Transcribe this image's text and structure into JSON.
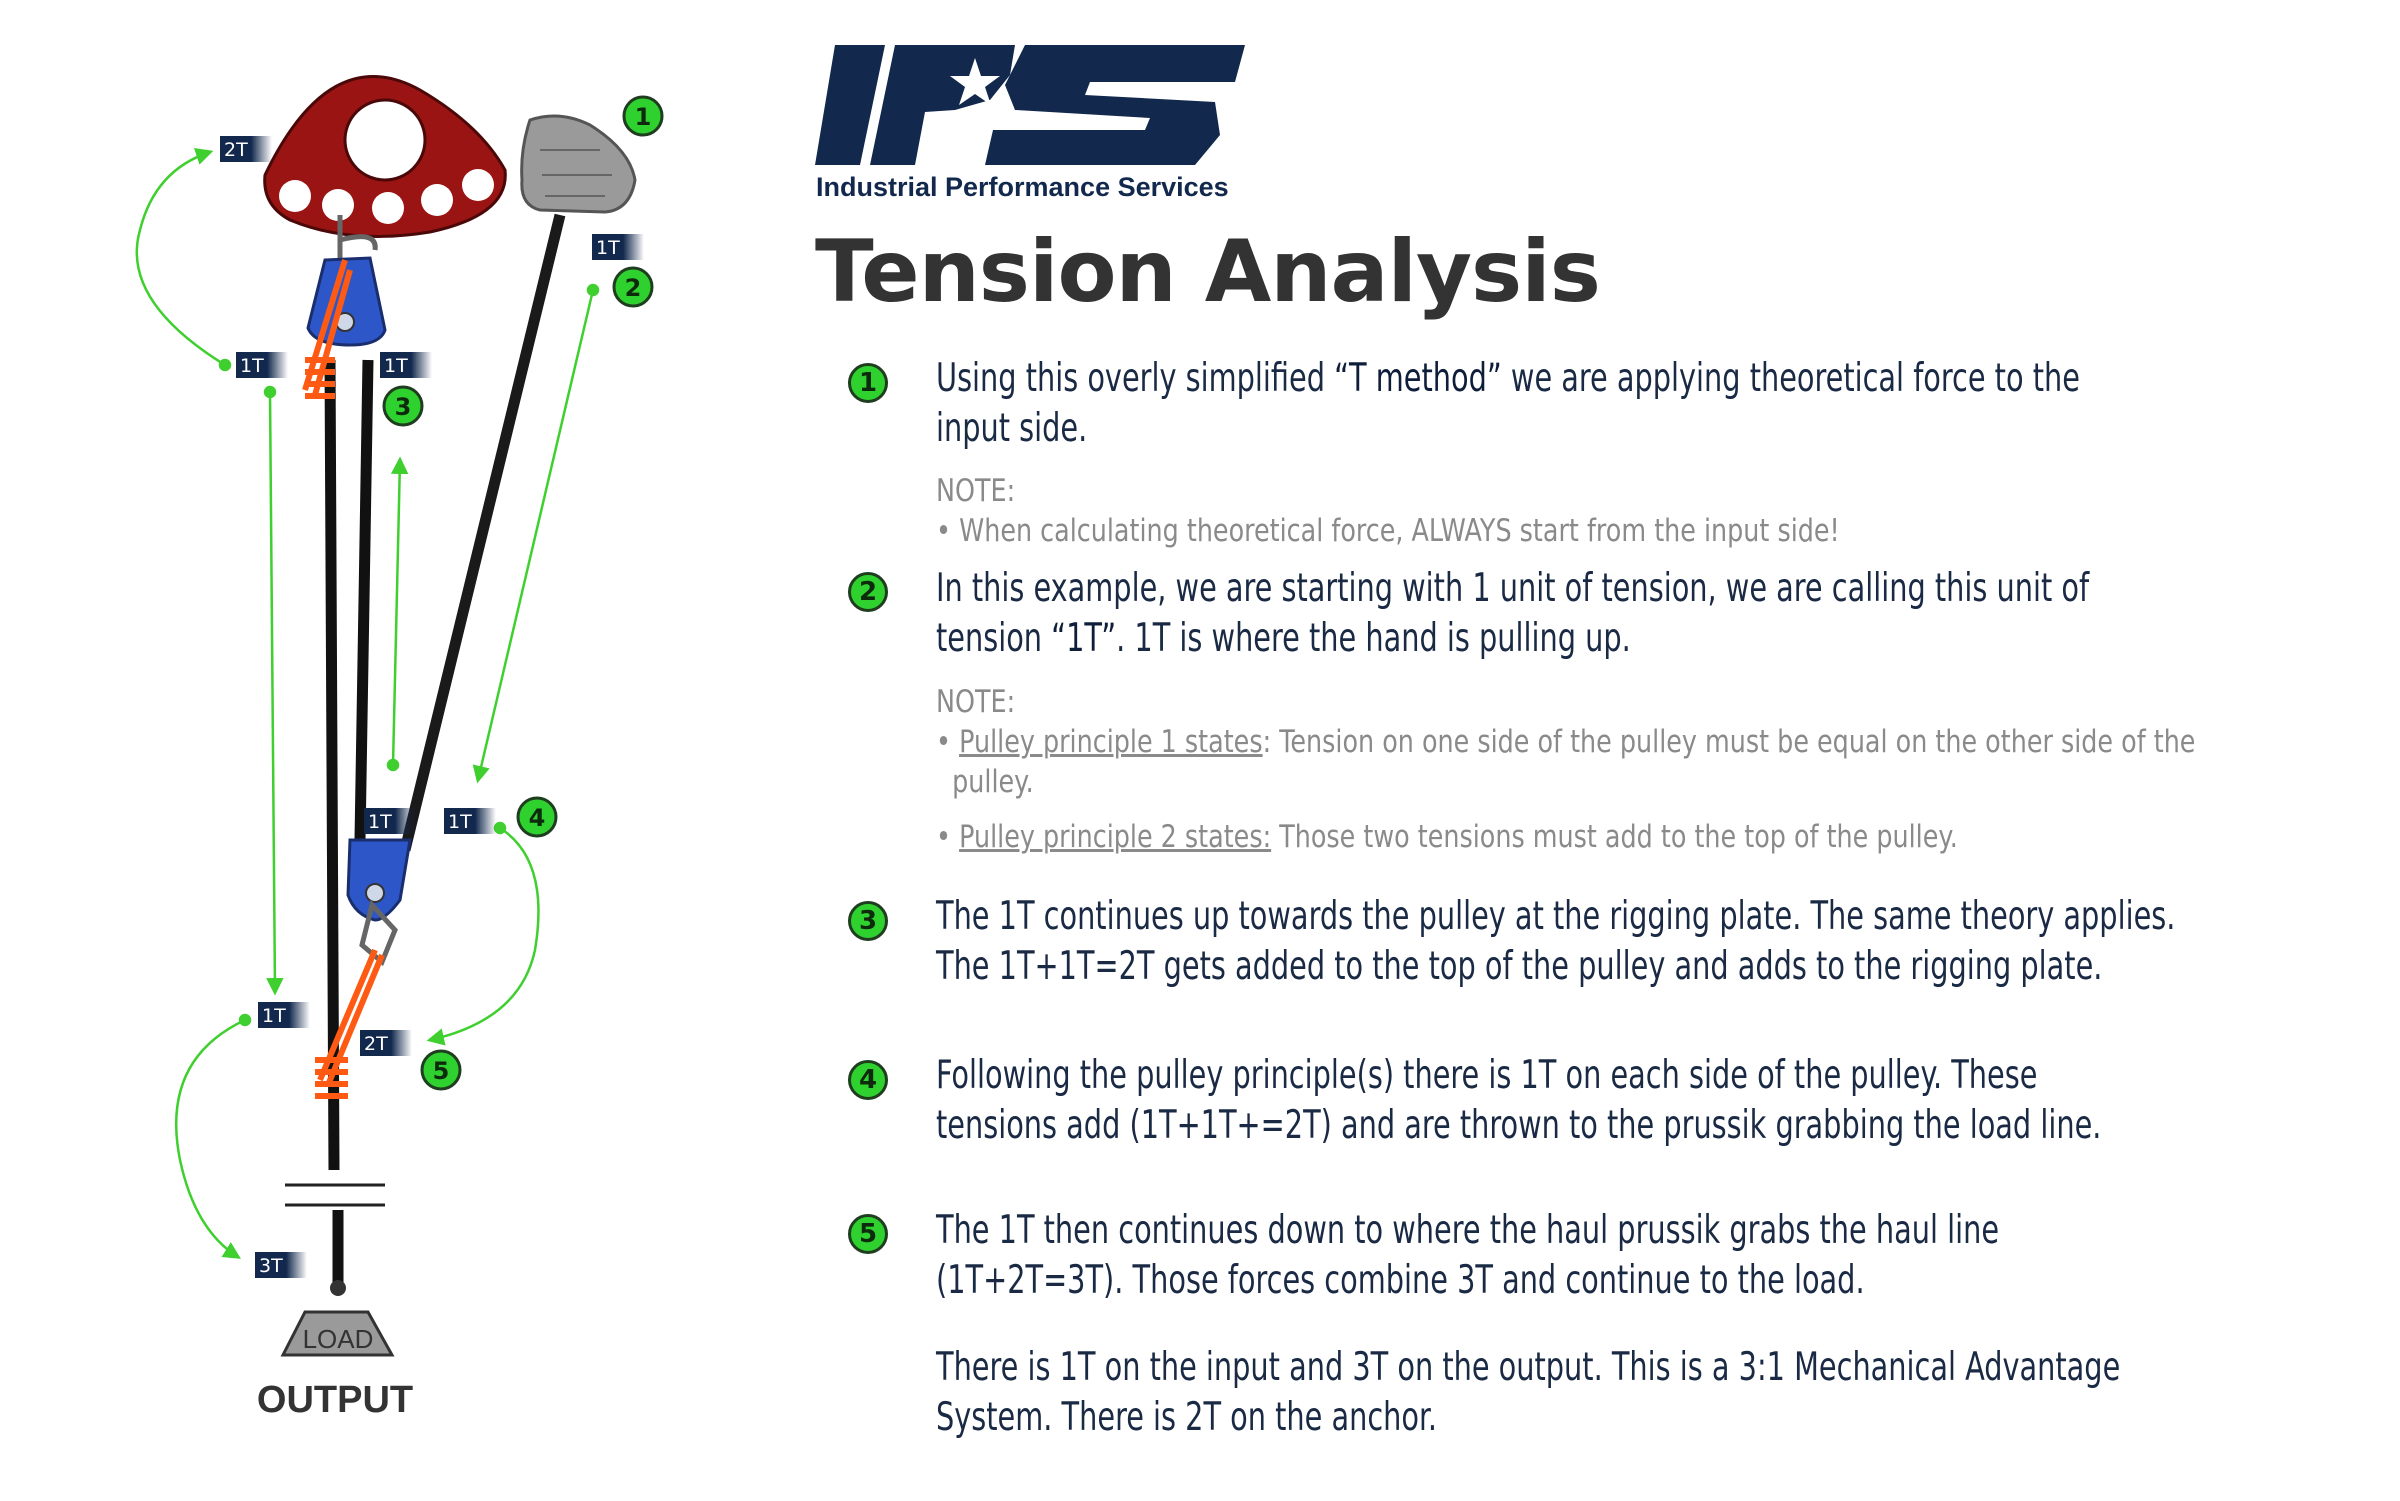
{
  "logo": {
    "text": "IPS",
    "subtitle": "Industrial Performance Services"
  },
  "title": "Tension Analysis",
  "steps": [
    {
      "number": "1",
      "text_before": "Using this overly simplified ",
      "bold": "“T method”",
      "text_after": " we are applying theoretical force to the input side.",
      "line1": "Using this overly simplified ",
      "line1_after": " we are applying theoretical force to the",
      "line2": "input side.",
      "note_label": "NOTE:",
      "note_items": [
        "When calculating theoretical force, ALWAYS start from the input side!"
      ]
    },
    {
      "number": "2",
      "line1": "In this example, we are starting with 1 unit of tension, we are calling this unit of",
      "line2_before": "tension ",
      "bold": "“1T”",
      "line2_after": ". 1T is where the hand is pulling up.",
      "note_label": "NOTE:",
      "principle1_label": "Pulley principle 1 states",
      "principle1_text": ": Tension on one side of the pulley must be equal on the other side of the",
      "principle1_text2": "pulley.",
      "principle2_label": "Pulley principle 2 states:",
      "principle2_text": " Those two tensions must add to the top of the pulley."
    },
    {
      "number": "3",
      "line1": "The 1T continues up towards the pulley at the rigging plate. The same theory applies.",
      "line2": "The 1T+1T=2T gets added to the top of the pulley and adds to the rigging plate."
    },
    {
      "number": "4",
      "line1": "Following the pulley principle(s) there is 1T on each side of the pulley. These",
      "line2": "tensions add (1T+1T+=2T) and are thrown to the prussik grabbing the load line."
    },
    {
      "number": "5",
      "line1": "The 1T then continues down to where the haul prussik grabs the haul line",
      "line2": "(1T+2T=3T). Those forces combine 3T and continue to the load."
    }
  ],
  "conclusion": {
    "line1": "There is 1T on the input and 3T on the output. This is a 3:1 Mechanical Advantage",
    "line2": "System. There is 2T on the anchor."
  },
  "diagram": {
    "tags": [
      "2T",
      "1T",
      "1T",
      "1T",
      "1T",
      "1T",
      "1T",
      "2T",
      "3T"
    ],
    "badges": [
      "1",
      "2",
      "3",
      "4",
      "5"
    ],
    "load_label": "LOAD",
    "output_label": "OUTPUT",
    "colors": {
      "plate": "#9b1414",
      "pulley": "#2d57c9",
      "prussik": "#ff5a14",
      "arrow": "#3fcf2f",
      "tag": "#12294d"
    }
  }
}
